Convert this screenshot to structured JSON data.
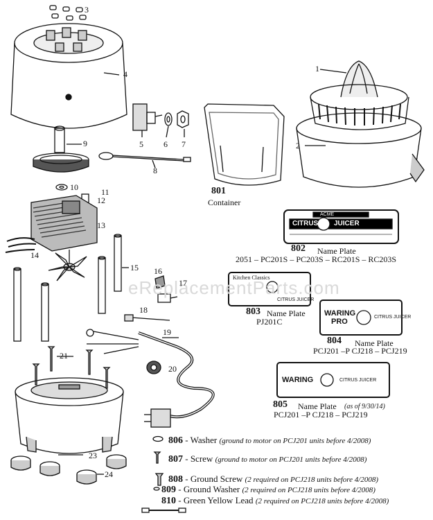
{
  "watermark": "eReplacementParts.com",
  "callouts": [
    "1",
    "2",
    "3",
    "4",
    "5",
    "6",
    "7",
    "8",
    "9",
    "10",
    "11",
    "12",
    "13",
    "14",
    "15",
    "16",
    "17",
    "18",
    "19",
    "20",
    "21",
    "23",
    "24"
  ],
  "container": {
    "code": "801",
    "label": "Container"
  },
  "plates": [
    {
      "code": "802",
      "label": "Name Plate",
      "models": "2051 – PC201S – PC203S – RC201S – RC203S",
      "brand_top": "ACME",
      "brand_left": "CITRUS",
      "brand_right": "JUICER"
    },
    {
      "code": "803",
      "label": "Name Plate",
      "models": "PJ201C",
      "brand_top": "Kitchen Classics",
      "brand_right": "CITRUS JUICER"
    },
    {
      "code": "804",
      "label": "Name Plate",
      "models": "PCJ201 –P CJ218 – PCJ219",
      "brand_left": "WARING",
      "brand_sub": "PRO",
      "brand_right": "CITRUS JUICER"
    },
    {
      "code": "805",
      "label": "Name Plate",
      "label_note": "(as of 9/30/14)",
      "models": "PCJ201 –P CJ218 – PCJ219",
      "brand_left": "WARING",
      "brand_right": "CITRUS JUICER"
    }
  ],
  "legend": [
    {
      "code": "806",
      "name": "- Washer",
      "note": "(ground to motor on PCJ201 units before 4/2008)"
    },
    {
      "code": "807",
      "name": "- Screw",
      "note": "(ground to motor on PCJ201 units before 4/2008)"
    },
    {
      "code": "808",
      "name": "- Ground Screw",
      "note": "(2 required on PCJ218 units before 4/2008)"
    },
    {
      "code": "809",
      "name": "- Ground Washer",
      "note": "(2 required on PCJ218 units before 4/2008)"
    },
    {
      "code": "810",
      "name": "- Green Yellow Lead",
      "note": "(2 required on PCJ218 units before 4/2008)"
    }
  ]
}
